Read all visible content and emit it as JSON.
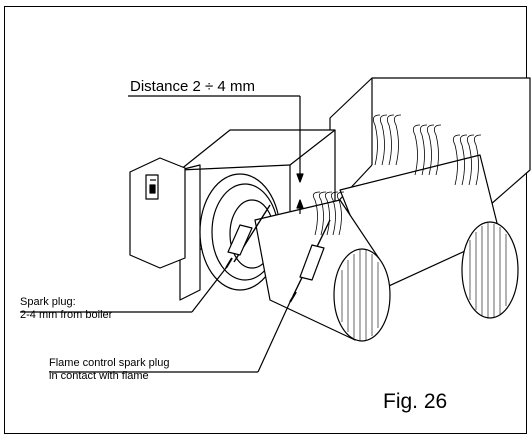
{
  "figure": {
    "distance_label": "Distance 2 ÷ 4 mm",
    "spark_plug": {
      "line1": "Spark plug:",
      "line2": "2-4 mm from boiler"
    },
    "flame_plug": {
      "line1": "Flame control spark plug",
      "line2": "in contact with flame"
    },
    "caption": "Fig. 26"
  }
}
